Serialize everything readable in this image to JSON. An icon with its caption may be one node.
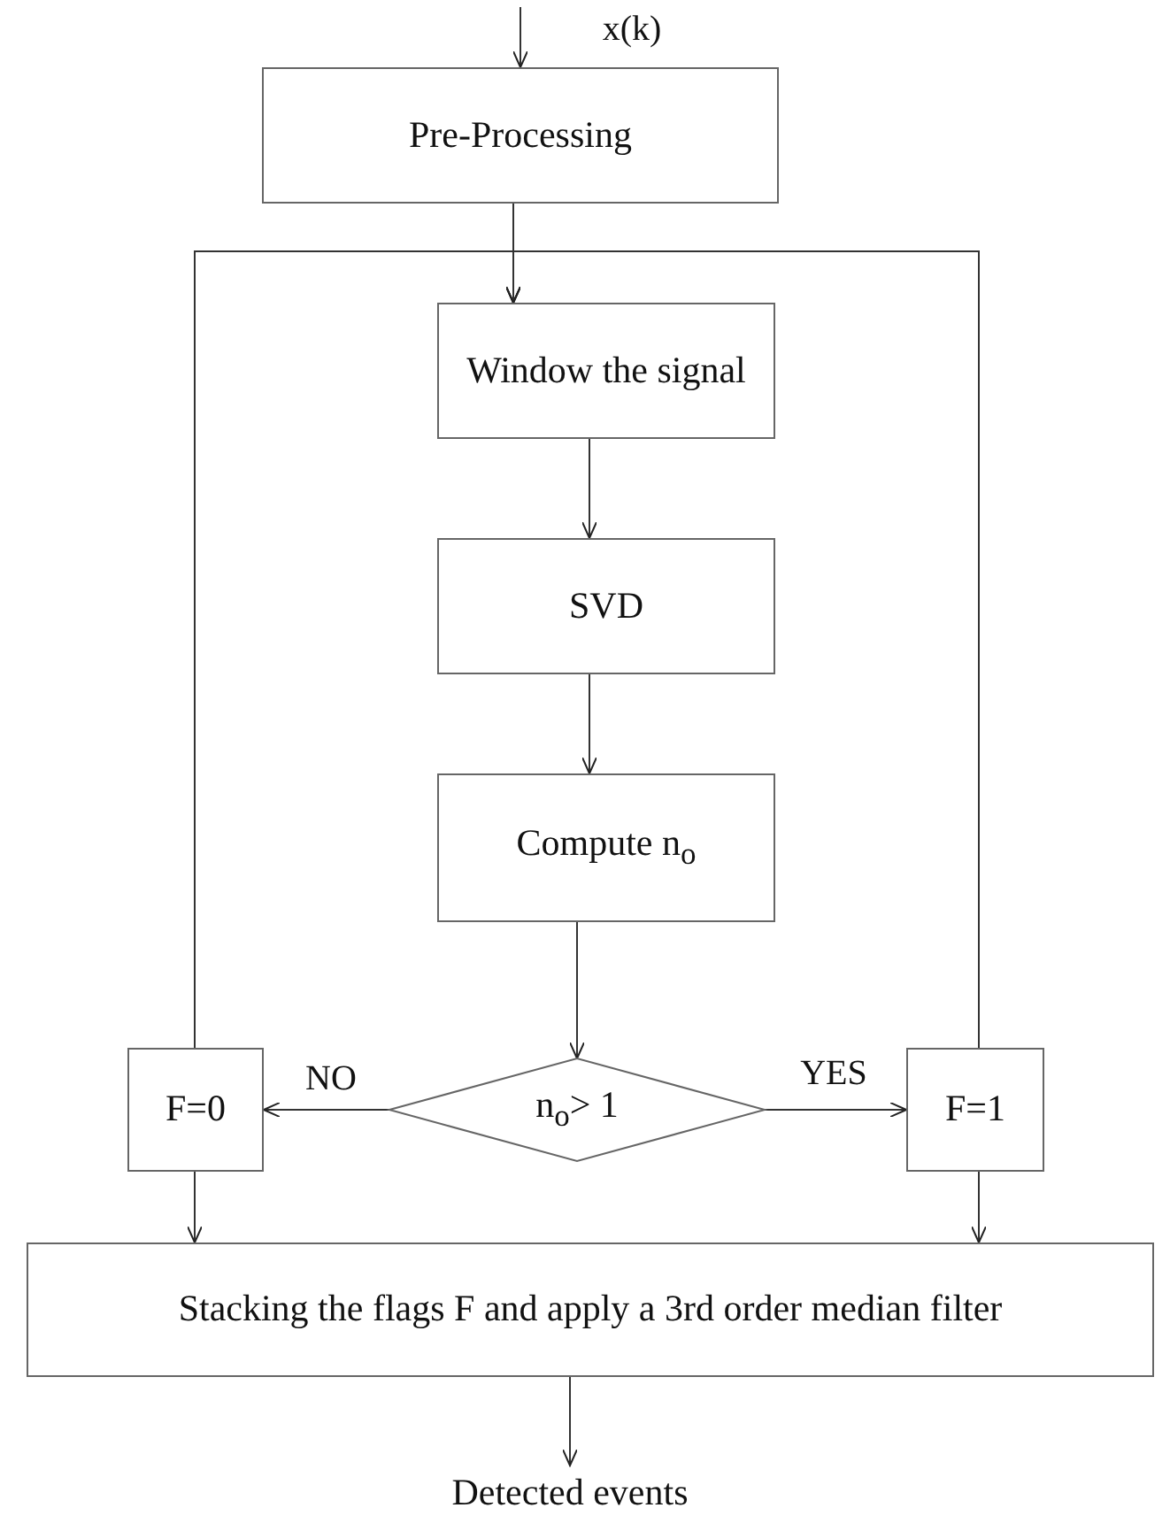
{
  "diagram": {
    "nodes": [
      {
        "text": [
          "Pre-Processing"
        ]
      },
      {
        "text": [
          "Window the signal"
        ]
      },
      {
        "text": [
          "SVD"
        ]
      },
      {
        "text": [
          "Compute n$_{o}$"
        ]
      },
      {
        "text": [
          "F=0"
        ]
      },
      {
        "text": [
          "n$_{o}$> 1"
        ]
      },
      {
        "text": [
          "F=1"
        ]
      },
      {
        "text": [
          "Stacking the flags F and apply a 3rd order median filter"
        ]
      },
      {
        "text": [
          "Detected events"
        ]
      }
    ],
    "edges": [
      {
        "from": null,
        "to": 0,
        "arrow": "to",
        "label": "x(k)"
      },
      {
        "from": 0,
        "to": 1,
        "arrow": "to"
      },
      {
        "from": 4,
        "to": 1,
        "arrow": "to"
      },
      {
        "from": 6,
        "to": 1,
        "arrow": "to"
      },
      {
        "from": 1,
        "to": 2,
        "arrow": "to"
      },
      {
        "from": 2,
        "to": 3,
        "arrow": "to"
      },
      {
        "from": 3,
        "to": 5,
        "arrow": "to"
      },
      {
        "from": 5,
        "to": 4,
        "arrow": "to",
        "label": "NO"
      },
      {
        "from": 5,
        "to": 6,
        "arrow": "to",
        "label": "YES"
      },
      {
        "from": 4,
        "to": 7,
        "arrow": "to"
      },
      {
        "from": 6,
        "to": 7,
        "arrow": "to"
      },
      {
        "from": 7,
        "to": 8,
        "arrow": "to"
      }
    ]
  }
}
